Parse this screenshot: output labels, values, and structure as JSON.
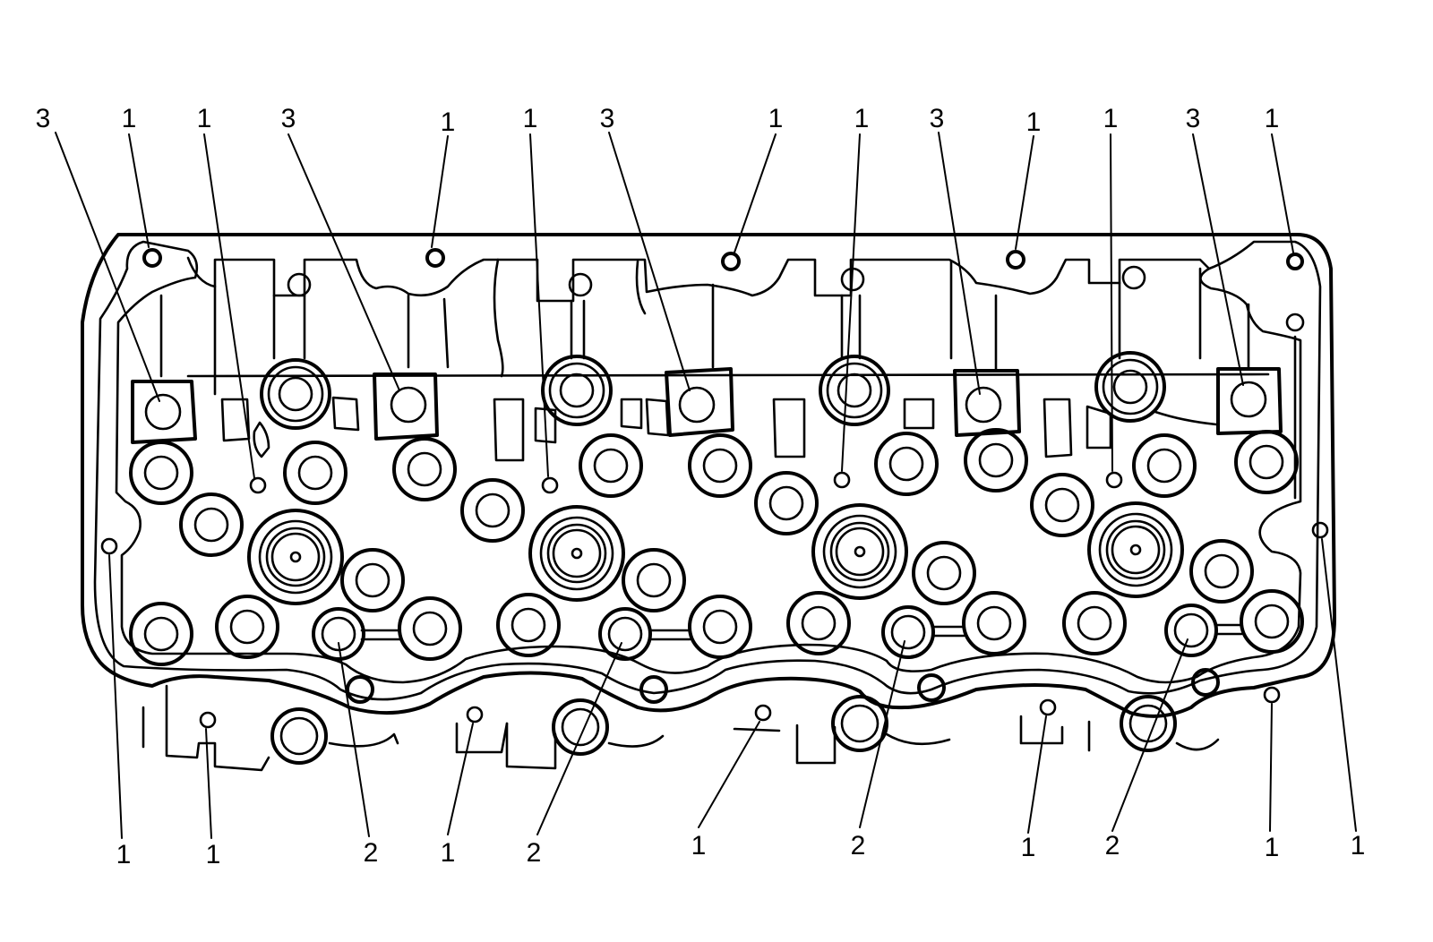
{
  "diagram": {
    "description_hidden": false,
    "line_color": "#000000",
    "background_color": "#ffffff",
    "callouts": [
      {
        "id": "c1",
        "label": "3"
      },
      {
        "id": "c2",
        "label": "1"
      },
      {
        "id": "c3",
        "label": "1"
      },
      {
        "id": "c4",
        "label": "3"
      },
      {
        "id": "c5",
        "label": "1"
      },
      {
        "id": "c6",
        "label": "1"
      },
      {
        "id": "c7",
        "label": "3"
      },
      {
        "id": "c8",
        "label": "1"
      },
      {
        "id": "c9",
        "label": "1"
      },
      {
        "id": "c10",
        "label": "3"
      },
      {
        "id": "c11",
        "label": "1"
      },
      {
        "id": "c12",
        "label": "1"
      },
      {
        "id": "c13",
        "label": "3"
      },
      {
        "id": "c14",
        "label": "1"
      },
      {
        "id": "c15",
        "label": "1"
      },
      {
        "id": "c16",
        "label": "1"
      },
      {
        "id": "c17",
        "label": "2"
      },
      {
        "id": "c18",
        "label": "1"
      },
      {
        "id": "c19",
        "label": "2"
      },
      {
        "id": "c20",
        "label": "1"
      },
      {
        "id": "c21",
        "label": "2"
      },
      {
        "id": "c22",
        "label": "1"
      },
      {
        "id": "c23",
        "label": "2"
      },
      {
        "id": "c24",
        "label": "1"
      },
      {
        "id": "c25",
        "label": "1"
      }
    ]
  }
}
